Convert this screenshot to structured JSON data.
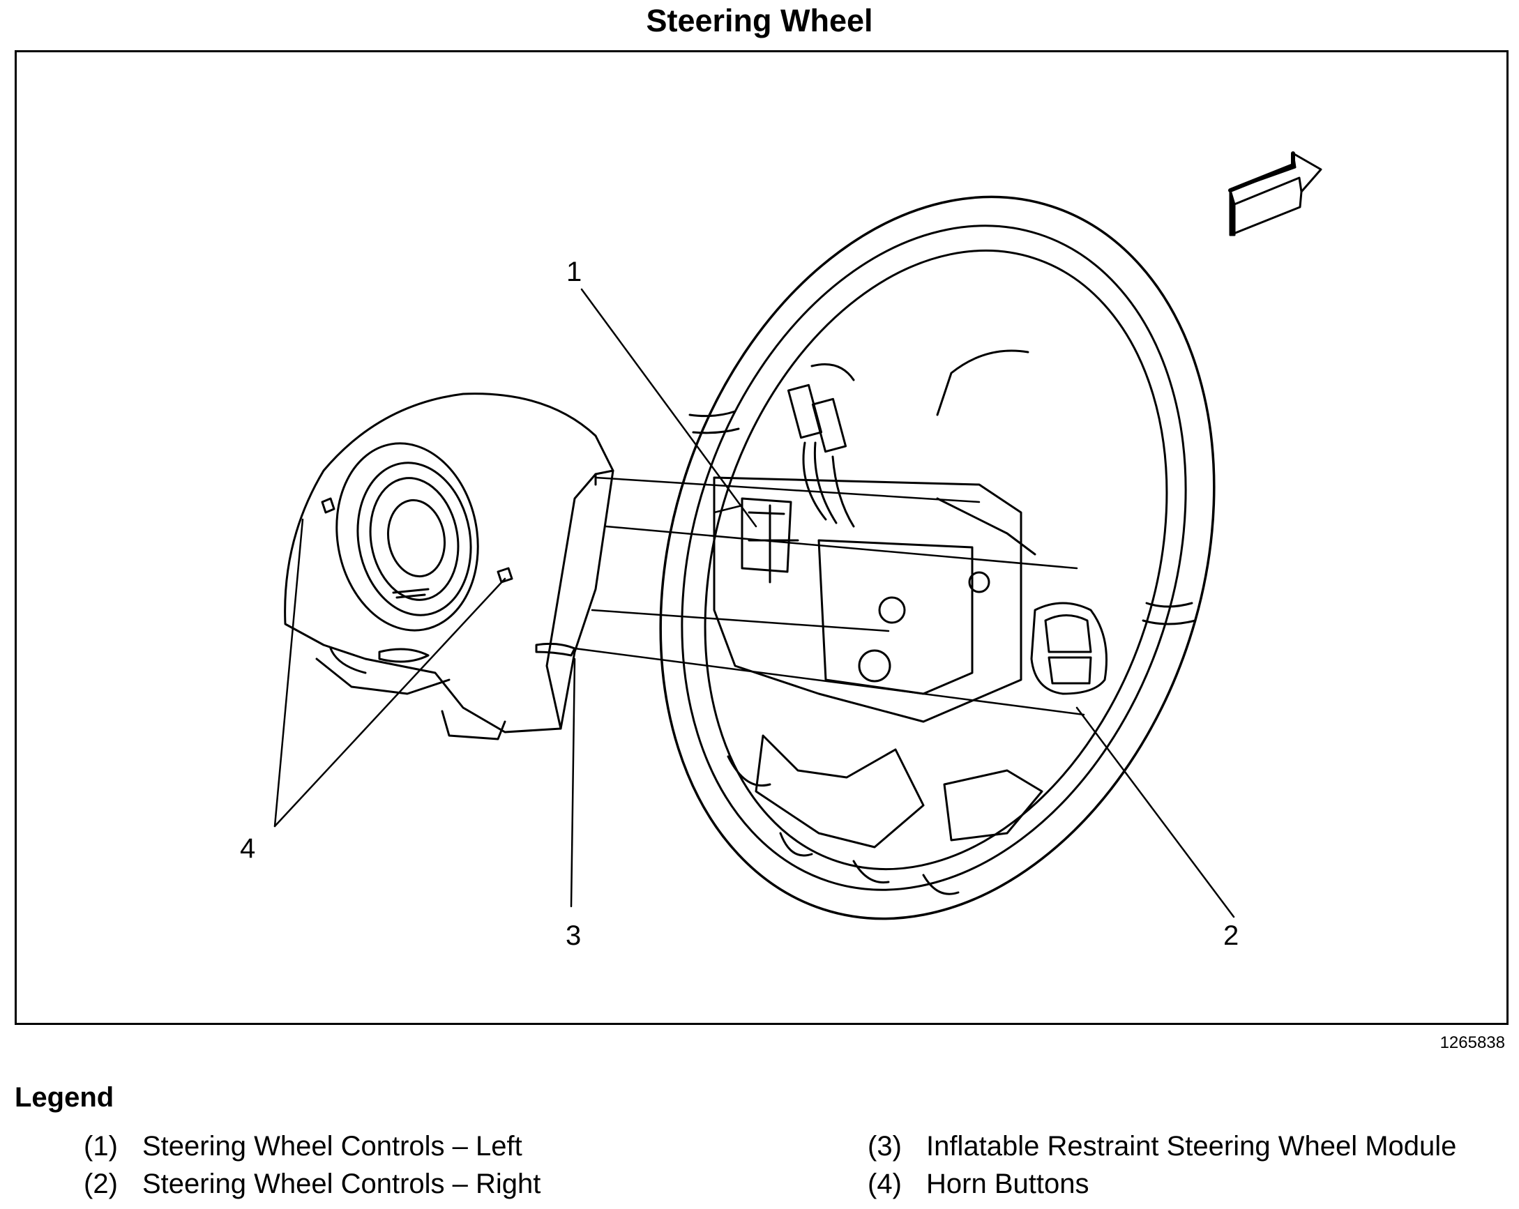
{
  "title": "Steering Wheel",
  "figure_id": "1265838",
  "callouts": [
    "1",
    "2",
    "3",
    "4"
  ],
  "legend": {
    "title": "Legend",
    "items": [
      {
        "num": "(1)",
        "label": "Steering Wheel Controls – Left"
      },
      {
        "num": "(2)",
        "label": "Steering Wheel Controls – Right"
      },
      {
        "num": "(3)",
        "label": "Inflatable Restraint Steering Wheel Module"
      },
      {
        "num": "(4)",
        "label": "Horn Buttons"
      }
    ]
  }
}
